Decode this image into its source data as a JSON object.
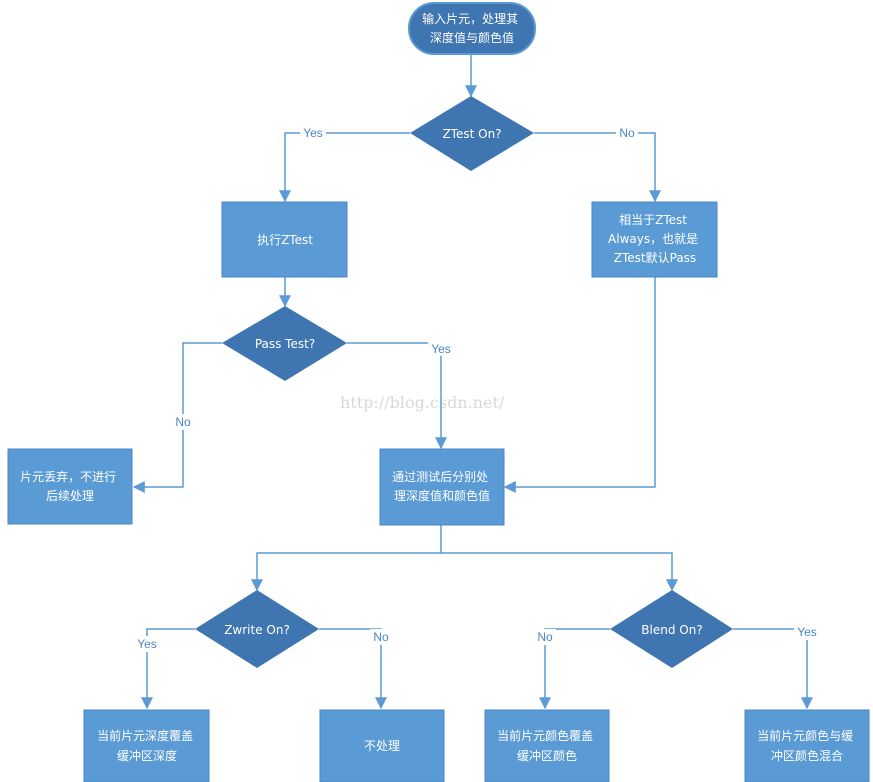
{
  "nodes": {
    "start": [
      "输入片元，处理其",
      "深度值与颜色值"
    ],
    "ztest_decision": [
      "ZTest On?"
    ],
    "exec_ztest": [
      "执行ZTest"
    ],
    "ztest_off": [
      "相当于ZTest",
      "Always，也就是",
      "ZTest默认Pass"
    ],
    "pass_decision": [
      "Pass Test?"
    ],
    "discard": [
      "片元丢弃，不进行",
      "后续处理"
    ],
    "passed": [
      "通过测试后分别处",
      "理深度值和颜色值"
    ],
    "zwrite_decision": [
      "Zwrite On?"
    ],
    "blend_decision": [
      "Blend On?"
    ],
    "depth_overwrite": [
      "当前片元深度覆盖",
      "缓冲区深度"
    ],
    "no_process": [
      "不处理"
    ],
    "color_overwrite": [
      "当前片元颜色覆盖",
      "缓冲区颜色"
    ],
    "color_blend": [
      "当前片元颜色与缓",
      "冲区颜色混合"
    ]
  },
  "edge_labels": {
    "ztest_yes": "Yes",
    "ztest_no": "No",
    "pass_no": "No",
    "pass_yes": "Yes",
    "zwrite_yes": "Yes",
    "zwrite_no": "No",
    "blend_no": "No",
    "blend_yes": "Yes"
  },
  "watermark": "http://blog.csdn.net/",
  "colors": {
    "box_fill": "#5b9bd5",
    "decision_fill": "#3f75b0",
    "connector": "#5b9bd5",
    "label_text": "#4a86c8"
  }
}
